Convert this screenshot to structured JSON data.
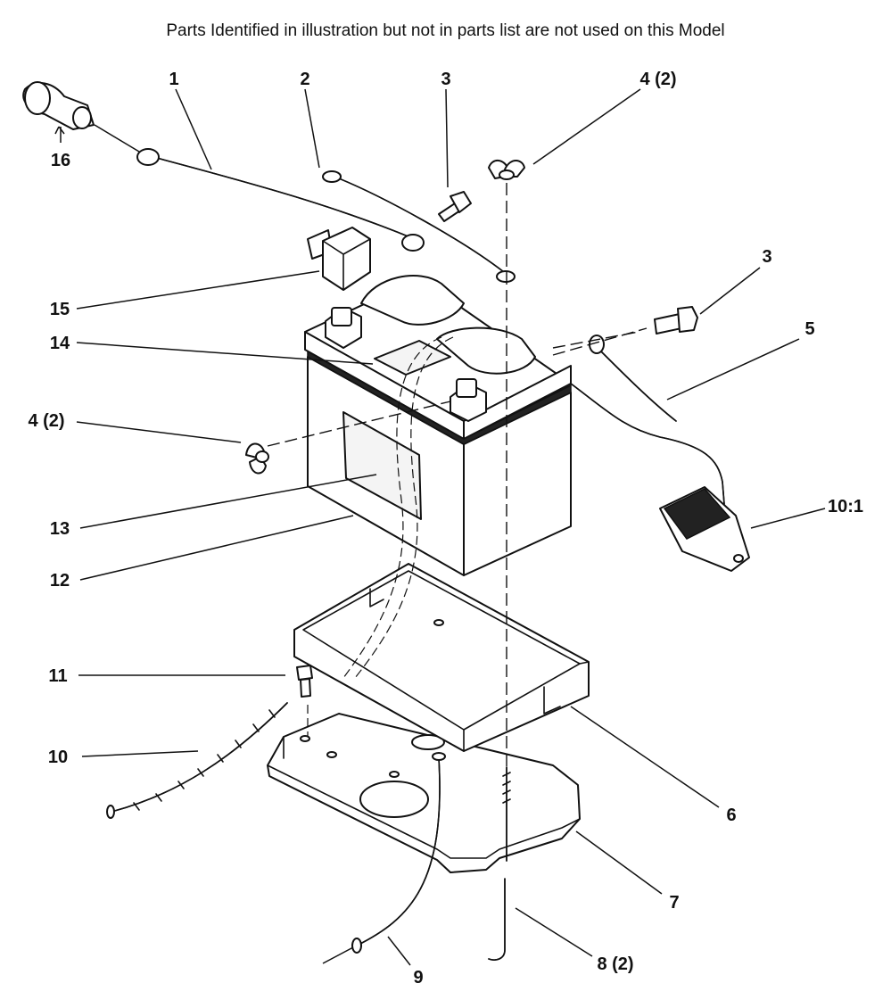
{
  "header": {
    "note": "Parts Identified  in illustration but not in parts list are not used on this Model"
  },
  "callouts": {
    "c1": "1",
    "c2": "2",
    "c3a": "3",
    "c3b": "3",
    "c4a": "4 (2)",
    "c4b": "4 (2)",
    "c5": "5",
    "c6": "6",
    "c7": "7",
    "c8": "8 (2)",
    "c9": "9",
    "c10": "10",
    "c10_1": "10:1",
    "c11": "11",
    "c12": "12",
    "c13": "13",
    "c14": "14",
    "c15": "15",
    "c16": "16"
  }
}
